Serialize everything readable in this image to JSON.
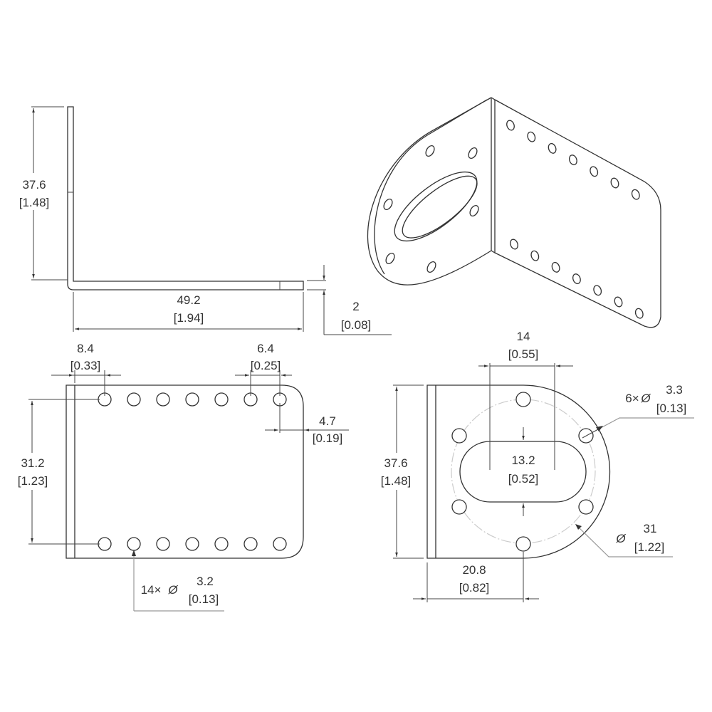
{
  "side_view": {
    "height": {
      "mm": "37.6",
      "in": "[1.48]"
    },
    "length": {
      "mm": "49.2",
      "in": "[1.94]"
    },
    "thickness": {
      "mm": "2",
      "in": "[0.08]"
    }
  },
  "plate_view": {
    "edge_to_first_hole": {
      "mm": "8.4",
      "in": "[0.33]"
    },
    "hole_pitch": {
      "mm": "6.4",
      "in": "[0.25]"
    },
    "hole_to_edge": {
      "mm": "4.7",
      "in": "[0.19]"
    },
    "row_spacing": {
      "mm": "31.2",
      "in": "[1.23]"
    },
    "holes": {
      "count": "14×",
      "symbol": "Ø",
      "mm": "3.2",
      "in": "[0.13]"
    }
  },
  "flange_view": {
    "slot_length": {
      "mm": "14",
      "in": "[0.55]"
    },
    "slot_width": {
      "mm": "13.2",
      "in": "[0.52]"
    },
    "height": {
      "mm": "37.6",
      "in": "[1.48]"
    },
    "center_offset": {
      "mm": "20.8",
      "in": "[0.82]"
    },
    "holes": {
      "count": "6×",
      "symbol": "Ø",
      "mm": "3.3",
      "in": "[0.13]"
    },
    "bolt_circle": {
      "symbol": "Ø",
      "mm": "31",
      "in": "[1.22]"
    }
  }
}
